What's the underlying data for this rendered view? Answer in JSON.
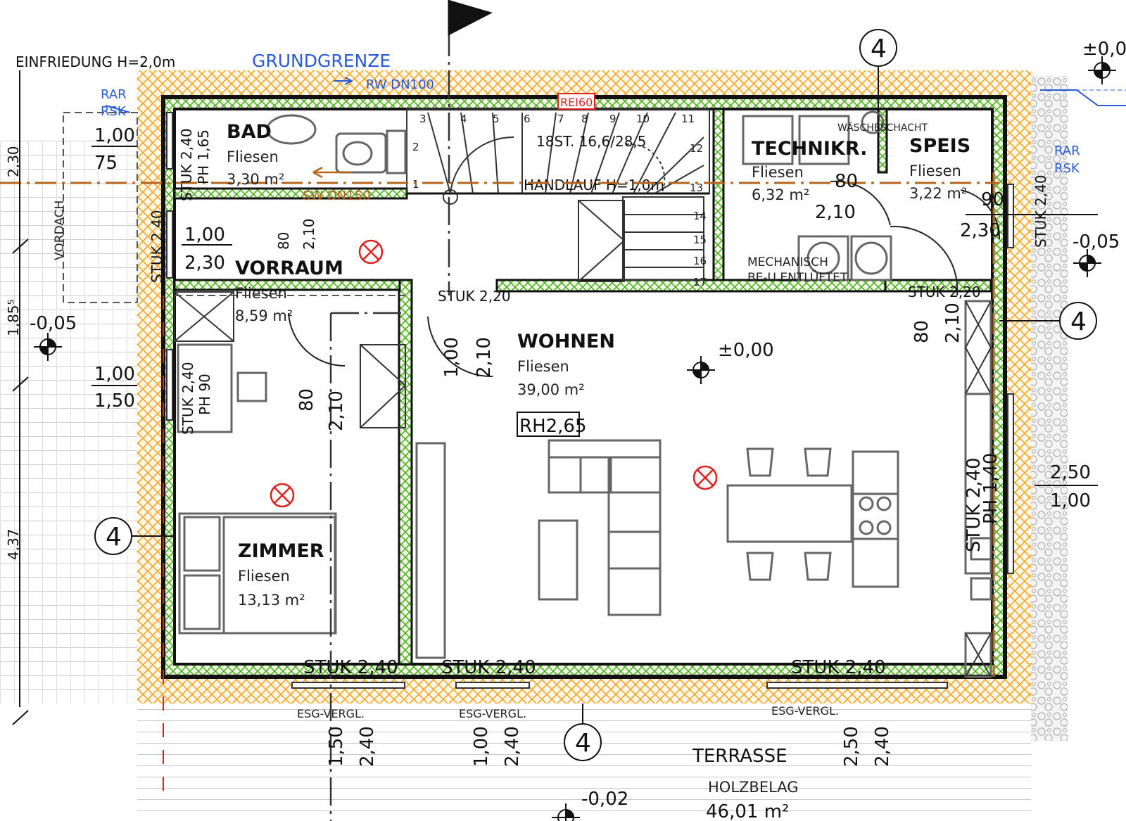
{
  "colors": {
    "wall_hatch": "#f5a623",
    "insulation": "#4caf1f",
    "wall_line": "#111111",
    "pipe_brown": "#b5651d",
    "pipe_blue": "#2a5bd6",
    "marker_red": "#e02020",
    "gravel": "#c9c9c9"
  },
  "top": {
    "einfriedung": "EINFRIEDUNG H=2,0m",
    "grundgrenze": "GRUNDGRENZE",
    "rw": "RW DN100",
    "sw": "SW DN150",
    "rei": "REI60",
    "level_top_right": "±0,0"
  },
  "rooms": {
    "bad": {
      "name": "BAD",
      "floor": "Fliesen",
      "area": "3,30 m²"
    },
    "vorraum": {
      "name": "VORRAUM",
      "floor": "Fliesen",
      "area": "8,59 m²"
    },
    "technik": {
      "name": "TECHNIKR.",
      "floor": "Fliesen",
      "area": "6,32 m²"
    },
    "speis": {
      "name": "SPEIS",
      "floor": "Fliesen",
      "area": "3,22 m²"
    },
    "wohnen": {
      "name": "WOHNEN",
      "floor": "Fliesen",
      "area": "39,00 m²",
      "rh": "RH2,65"
    },
    "zimmer": {
      "name": "ZIMMER",
      "floor": "Fliesen",
      "area": "13,13 m²"
    },
    "terrasse": {
      "name": "TERRASSE",
      "floor": "HOLZBELAG",
      "area": "46,01 m²"
    }
  },
  "stair": {
    "spec": "18ST. 16,6/28,5",
    "handlauf": "HANDLAUF H=1,0m",
    "steps": [
      "1",
      "2",
      "3",
      "4",
      "5",
      "6",
      "7",
      "8",
      "9",
      "10",
      "11",
      "12",
      "13",
      "14",
      "15",
      "16",
      "17"
    ]
  },
  "notes": {
    "waescheschacht": "WÄSCHESCHACHT",
    "mech1": "MECHANISCH",
    "mech2": "BE-U.ENTLÜFTET",
    "vordach": "VORDACH",
    "rar_left1": "RAR",
    "rar_left2": "RSK",
    "rar_right1": "RAR",
    "rar_right2": "RSK",
    "esg1": "ESG-VERGL.",
    "esg2": "ESG-VERGL.",
    "esg3": "ESG-VERGL."
  },
  "levels": {
    "left": "-0,05",
    "right": "-0,05",
    "wohnen": "±0,00",
    "terrasse": "-0,02"
  },
  "axis_bubbles": [
    "4",
    "4",
    "4",
    "4"
  ],
  "dims": {
    "bad_win_w": "1,00",
    "bad_win_h": "75",
    "bad_stuk": "STUK 2,40",
    "bad_ph": "PH 1,65",
    "vor_stuk": "STUK 2,40",
    "vor_win_w": "1,00",
    "vor_win_h": "2,30",
    "vor_door_w": "80",
    "vor_door_h": "2,10",
    "zim_win_w": "1,00",
    "zim_win_h": "1,50",
    "zim_stuk": "STUK 2,40",
    "zim_ph": "PH 90",
    "zim_door_w": "80",
    "zim_door_h": "2,10",
    "wohn_door_w": "1,00",
    "wohn_door_h": "2,10",
    "stuk_220a": "STUK 2,20",
    "stuk_220b": "STUK 2,20",
    "tech_door_w": "80",
    "tech_door_h": "2,10",
    "speis_door_w": "90",
    "speis_door_h": "2,30",
    "speis_stuk": "STUK 2,40",
    "east_door_w": "80",
    "east_door_h": "2,10",
    "kitchen_stuk": "STUK 2,40",
    "kitchen_ph": "PH 1,40",
    "kitchen_win_w": "2,50",
    "kitchen_win_h": "1,00",
    "south_stuk1": "STUK 2,40",
    "south_stuk2": "STUK 2,40",
    "south_stuk3": "STUK 2,40",
    "south_d1_w": "1,50",
    "south_d1_h": "2,40",
    "south_d2_w": "1,00",
    "south_d2_h": "2,40",
    "south_d3_w": "2,50",
    "south_d3_h": "2,40",
    "left_230": "2,30",
    "left_185": "1,85⁵",
    "left_437": "4,37"
  }
}
